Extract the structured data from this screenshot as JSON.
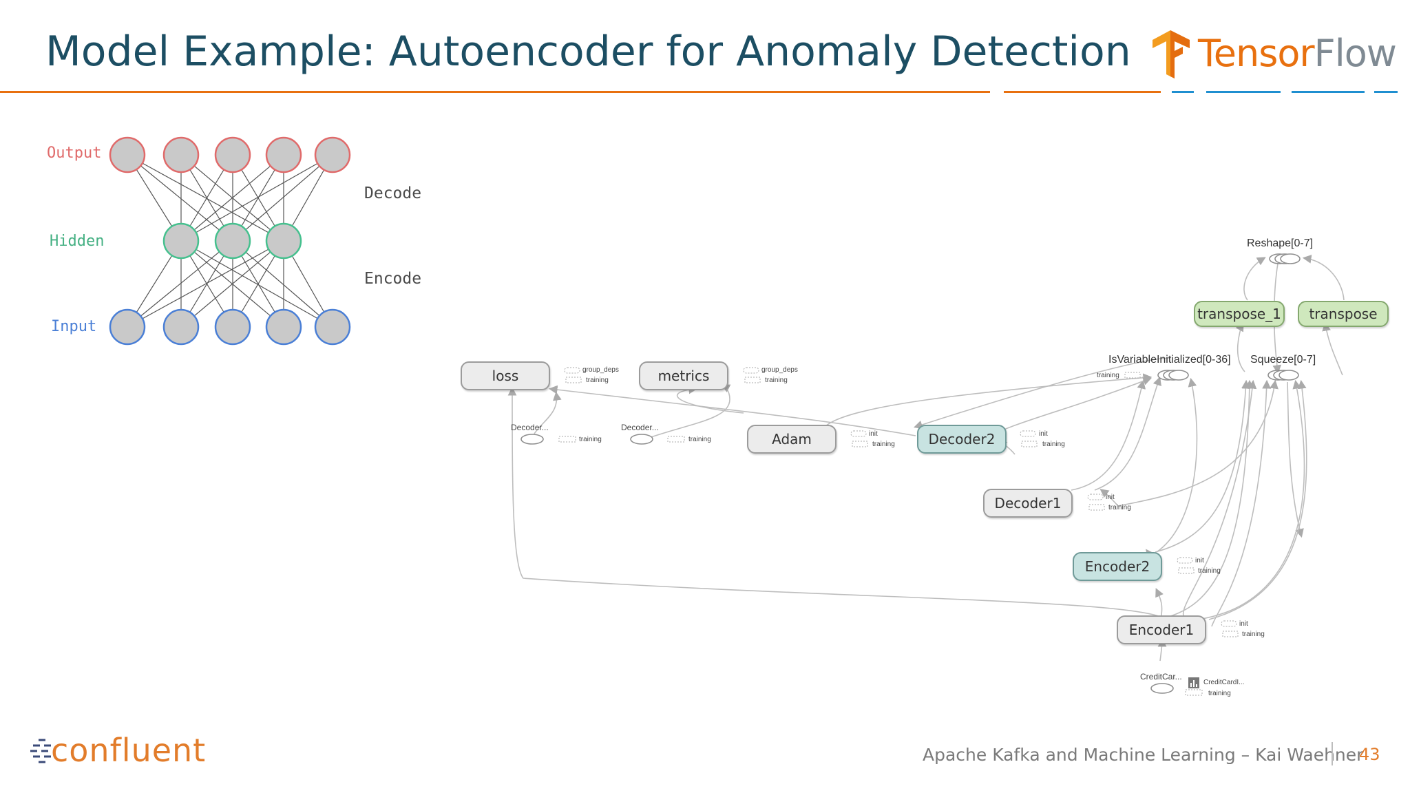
{
  "slide": {
    "title": "Model Example: Autoencoder for Anomaly Detection",
    "logo_text_a": "Tensor",
    "logo_text_b": "Flow",
    "footer": "Apache Kafka and Machine Learning – Kai Waehner",
    "page_number": "43",
    "brand": "confluent"
  },
  "colors": {
    "title": "#1c4e63",
    "accent_orange": "#e8700f",
    "accent_blue": "#1f8fd0",
    "output_ring": "#e06a6a",
    "hidden_ring": "#45c08e",
    "input_ring": "#4a7fd6"
  },
  "nn": {
    "output_label": "Output",
    "hidden_label": "Hidden",
    "input_label": "Input",
    "decode_label": "Decode",
    "encode_label": "Encode"
  },
  "graph": {
    "nodes": {
      "loss": "loss",
      "metrics": "metrics",
      "adam": "Adam",
      "decoder2": "Decoder2",
      "decoder1": "Decoder1",
      "encoder2": "Encoder2",
      "encoder1": "Encoder1",
      "transpose_1": "transpose_1",
      "transpose": "transpose"
    },
    "labels": {
      "reshape": "Reshape[0-7]",
      "isvar": "IsVariableInitialized[0-36]",
      "squeeze": "Squeeze[0-7]",
      "decoder_a": "Decoder...",
      "decoder_b": "Decoder...",
      "creditcar": "CreditCar...",
      "creditcardi": "CreditCardI...",
      "group_deps": "group_deps",
      "training": "training",
      "init": "init"
    }
  }
}
